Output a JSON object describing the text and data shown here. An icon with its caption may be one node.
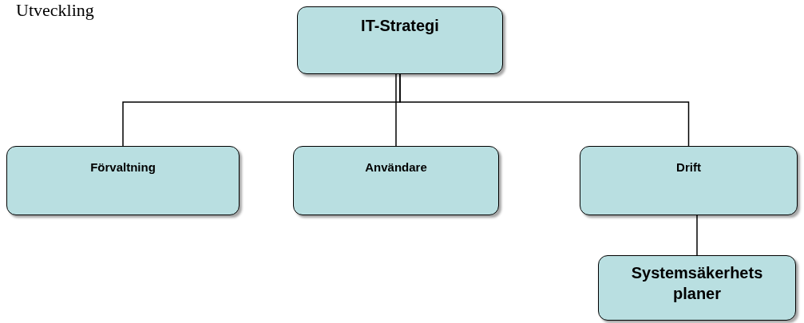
{
  "diagram": {
    "nodes": [
      {
        "text": [
          "IT-Strategi"
        ]
      },
      {
        "text": [
          "Förvaltning"
        ]
      },
      {
        "text": [
          "Användare"
        ]
      },
      {
        "text": [
          "Drift"
        ]
      },
      {
        "text": [
          "Systemsäkerhets planer"
        ]
      }
    ],
    "edges": [
      {
        "from": 0,
        "to": 1,
        "arrow": "none"
      },
      {
        "from": 0,
        "to": 2,
        "arrow": "none"
      },
      {
        "from": 0,
        "to": 3,
        "arrow": "none"
      },
      {
        "from": 3,
        "to": 4,
        "arrow": "none"
      }
    ],
    "labels": [
      "Utveckling"
    ]
  }
}
